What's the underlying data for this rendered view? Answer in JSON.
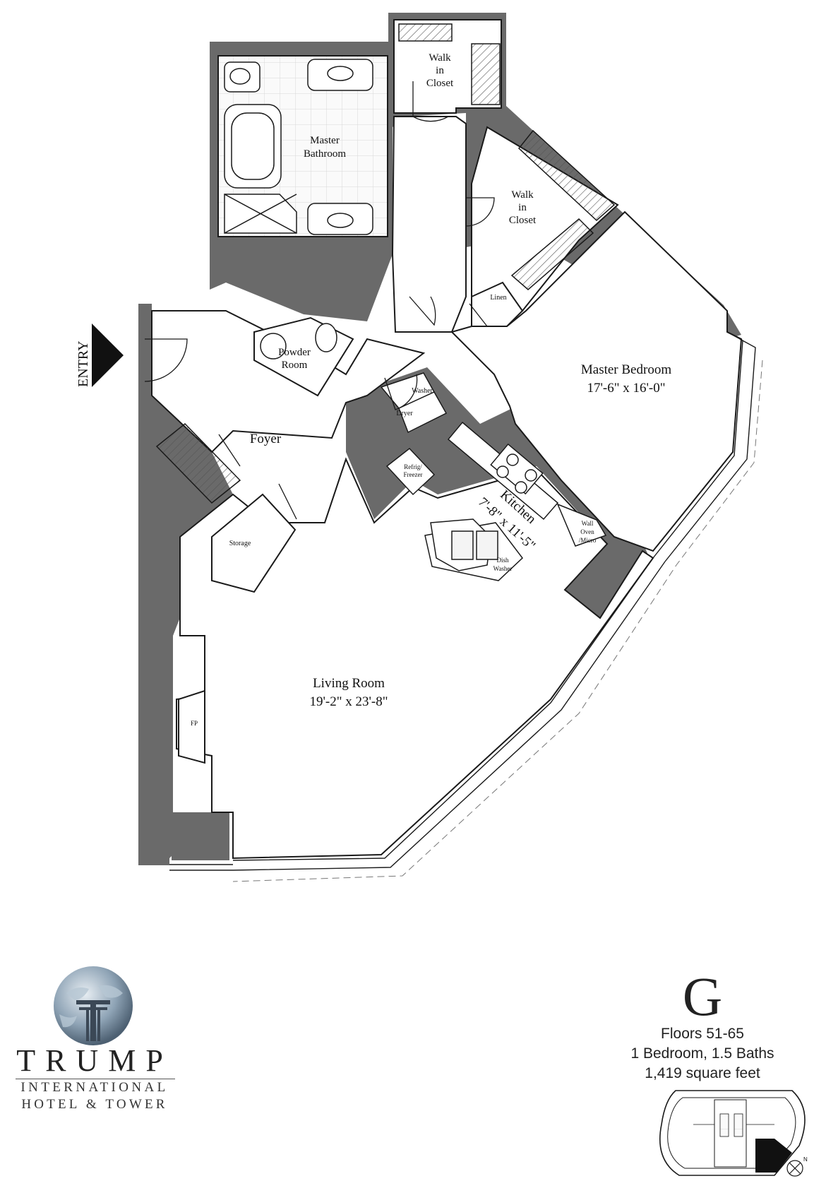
{
  "rooms": {
    "walk_in_closet_1": [
      "Walk",
      "in",
      "Closet"
    ],
    "walk_in_closet_2": [
      "Walk",
      "in",
      "Closet"
    ],
    "master_bathroom": [
      "Master",
      "Bathroom"
    ],
    "powder_room": [
      "Powder",
      "Room"
    ],
    "linen": "Linen",
    "master_bedroom": {
      "name": "Master Bedroom",
      "size": "17'-6\" x 16'-0\""
    },
    "foyer": "Foyer",
    "washer": "Washer",
    "dryer": "Dryer",
    "refrigerator": [
      "Refrig/",
      "Freezer"
    ],
    "kitchen": {
      "name": "Kitchen",
      "size": "7'-8\" x 11'-5\""
    },
    "wall_oven": [
      "Wall",
      "Oven",
      "/Micro"
    ],
    "dishwasher": [
      "Dish",
      "Washer"
    ],
    "storage": "Storage",
    "living_room": {
      "name": "Living Room",
      "size": "19'-2\" x 23'-8\""
    },
    "fireplace": "FP"
  },
  "entry_label": "ENTRY",
  "brand": {
    "name": "TRUMP",
    "line1": "INTERNATIONAL",
    "line2": "HOTEL & TOWER"
  },
  "unit": {
    "letter": "G",
    "floors": "Floors 51-65",
    "beds_baths": "1 Bedroom, 1.5 Baths",
    "area": "1,419 square feet"
  },
  "compass_label": "N",
  "colors": {
    "wall_fill": "#6a6a6a",
    "line": "#1a1a1a",
    "tile_grid": "#d8d8d8"
  }
}
